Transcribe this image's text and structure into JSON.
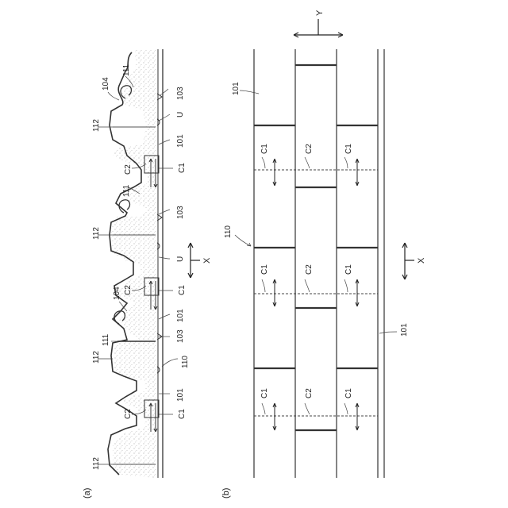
{
  "figure": {
    "panel_a_label": "(a)",
    "panel_b_label": "(b)",
    "panel_a": {
      "labels": {
        "l104": "104",
        "l111": "111",
        "l103": "103",
        "l112": "112",
        "lU": "U",
        "l101": "101",
        "lC1": "C1",
        "lC2": "C2",
        "l110": "110",
        "lX": "X"
      }
    },
    "panel_b": {
      "labels": {
        "lY": "Y",
        "l101": "101",
        "l110": "110",
        "lC1": "C1",
        "lC2": "C2",
        "lX": "X"
      }
    }
  }
}
